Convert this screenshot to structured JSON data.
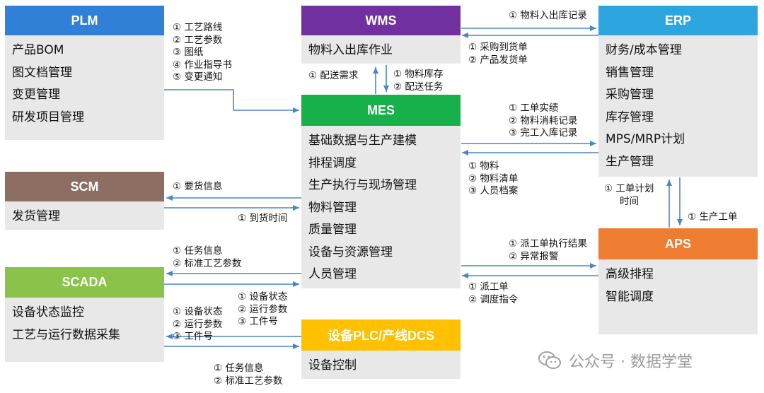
{
  "systems": {
    "plm": {
      "title": "PLM",
      "color": "#2f80d6",
      "items": [
        "产品BOM",
        "图文档管理",
        "变更管理",
        "研发项目管理"
      ]
    },
    "wms": {
      "title": "WMS",
      "color": "#7030a0",
      "items": [
        "物料入出库作业"
      ]
    },
    "erp": {
      "title": "ERP",
      "color": "#2da6e0",
      "items": [
        "财务/成本管理",
        "销售管理",
        "采购管理",
        "库存管理",
        "MPS/MRP计划",
        "生产管理"
      ]
    },
    "scm": {
      "title": "SCM",
      "color": "#8d6e63",
      "items": [
        "发货管理"
      ]
    },
    "mes": {
      "title": "MES",
      "color": "#17b04a",
      "items": [
        "基础数据与生产建模",
        "排程调度",
        "生产执行与现场管理",
        "物料管理",
        "质量管理",
        "设备与资源管理",
        "人员管理"
      ]
    },
    "aps": {
      "title": "APS",
      "color": "#ee7d31",
      "items": [
        "高级排程",
        "智能调度"
      ]
    },
    "scada": {
      "title": "SCADA",
      "color": "#8bc34a",
      "items": [
        "设备状态监控",
        "工艺与运行数据采集"
      ]
    },
    "plc": {
      "title": "设备PLC/产线DCS",
      "color": "#ffc000",
      "items": [
        "设备控制"
      ]
    }
  },
  "labels": {
    "plm_to_mes": [
      "① 工艺路线",
      "② 工艺参数",
      "③ 图纸",
      "④ 作业指导书",
      "⑤ 变更通知"
    ],
    "wms_to_erp": [
      "① 物料入出库记录"
    ],
    "erp_to_wms": [
      "① 采购到货单",
      "② 产品发货单"
    ],
    "mes_to_wms": [
      "① 配送需求"
    ],
    "wms_to_mes": [
      "① 物料库存",
      "② 配送任务"
    ],
    "mes_to_erp": [
      "① 工单实绩",
      "② 物料消耗记录",
      "③ 完工入库记录"
    ],
    "erp_to_mes": [
      "① 物料",
      "② 物料清单",
      "③ 人员档案"
    ],
    "mes_to_scm": [
      "① 要货信息"
    ],
    "scm_to_mes": [
      "① 到货时间"
    ],
    "aps_to_erp": [
      "① 工单计划",
      "时间"
    ],
    "erp_to_aps": [
      "① 生产工单"
    ],
    "mes_to_aps": [
      "① 派工单执行结果",
      "② 异常报警"
    ],
    "aps_to_mes": [
      "① 派工单",
      "② 调度指令"
    ],
    "mes_to_scada": [
      "① 任务信息",
      "② 标准工艺参数"
    ],
    "scada_to_mes": [
      "① 设备状态",
      "② 运行参数",
      "③ 工件号"
    ],
    "plc_to_scada": [
      "① 设备状态",
      "② 运行参数",
      "③ 工件号"
    ],
    "scada_to_plc": [
      "① 任务信息",
      "② 标准工艺参数"
    ]
  },
  "watermark": {
    "text": "公众号 · 数据学堂",
    "icon": "wechat-icon"
  },
  "colors": {
    "box_bg": "#e8e8e8",
    "arrow": "#4a86c5"
  }
}
